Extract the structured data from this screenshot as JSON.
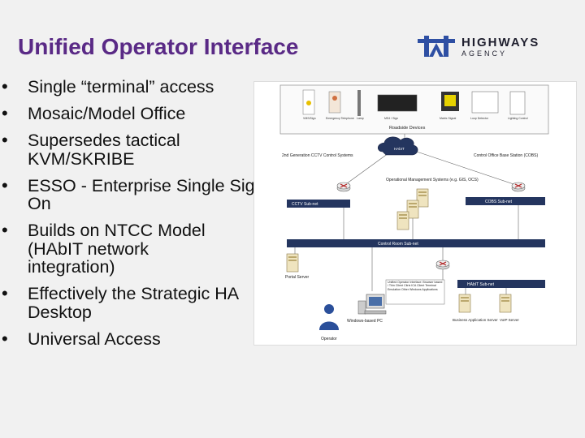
{
  "slide": {
    "title": "Unified Operator Interface",
    "logo": {
      "name": "HIGHWAYS",
      "sub": "AGENCY",
      "icon": "highways-agency-logo-icon",
      "brand_color": "#2e4fa3"
    },
    "title_color": "#5a2a86",
    "bullets": [
      {
        "text": "Single “terminal” access"
      },
      {
        "text": "Mosaic/Model Office"
      },
      {
        "text": "Supersedes tactical KVM/SKRIBE"
      },
      {
        "text": "ESSO - Enterprise Single Sign-On"
      },
      {
        "text": "Builds on NTCC Model (HAbIT network integration)"
      },
      {
        "text": "Effectively the Strategic HA Desktop"
      },
      {
        "text": "Universal Access"
      }
    ]
  },
  "diagram": {
    "roadside_devices": "Roadside Devices",
    "device_labels": [
      "VMS/Sign",
      "Emergency Telephone",
      "Lamp",
      "MS4 / Sign",
      "Matrix Signal",
      "Loop Detector",
      "Lighting Control"
    ],
    "cctv_systems": "2nd Generation CCTV Control Systems",
    "cctv_subnet": "CCTV Sub-net",
    "habit_cloud": "HAbIT",
    "ops_mgmt": "Operational Management Systems (e.g. GIS, OCS)",
    "cobs": "Control Office Base Station (COBS)",
    "cobs_subnet": "COBS Sub-net",
    "control_room_subnet": "Control Room Sub-net",
    "habit_subnet": "HAbIT Sub-net",
    "portal_server": "Portal Server",
    "uoi_box": "Unified Operator Interface: Browser based / Thin Client Citrix ICA Client Terminal Emulation Other Windows Applications",
    "windows_pc": "Windows-based PC",
    "operator": "Operator",
    "business_server": "Business Application Server",
    "voip_server": "VoIP Server"
  }
}
